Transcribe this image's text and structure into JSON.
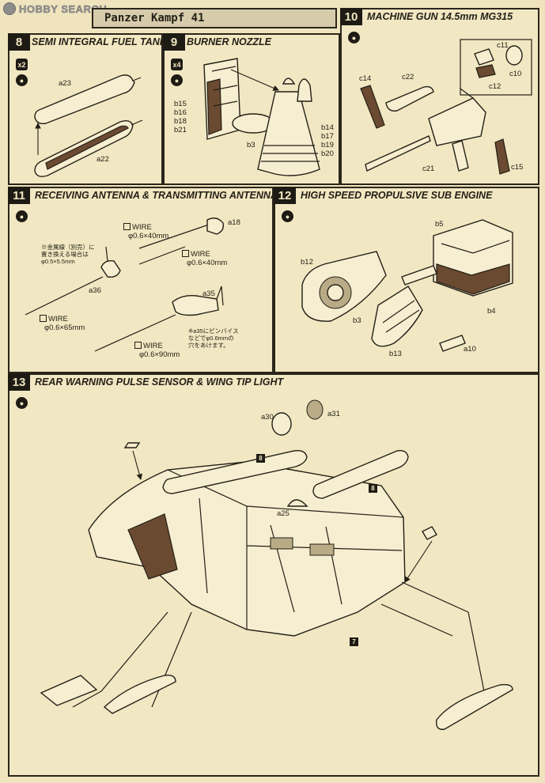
{
  "watermark": {
    "text": "HOBBY SEARCH",
    "icon": "hobbysearch-logo-icon"
  },
  "model_title": "Panzer Kampf 41",
  "steps": {
    "s8": {
      "number": "8",
      "title": "SEMI INTEGRAL FUEL TANK",
      "qty": "x2",
      "parts": {
        "a23": "a23",
        "a22": "a22"
      }
    },
    "s9": {
      "number": "9",
      "title": "BURNER NOZZLE",
      "qty": "x4",
      "parts": {
        "left": "b15\nb16\nb18\nb21",
        "b3": "b3",
        "right": "b14\nb17\nb19\nb20"
      }
    },
    "s10": {
      "number": "10",
      "title": "MACHINE GUN 14.5mm MG315",
      "parts": {
        "c11": "c11",
        "c10": "c10",
        "c12": "c12",
        "c14": "c14",
        "c22": "c22",
        "c21": "c21",
        "c15": "c15"
      }
    },
    "s11": {
      "number": "11",
      "title": "RECEIVING ANTENNA & TRANSMITTING ANTENNA",
      "parts": {
        "a18": "a18",
        "a36": "a36",
        "a35": "a35"
      },
      "wires": {
        "w1_label": "WIRE",
        "w1_size": "φ0.6×40mm",
        "w2_label": "WIRE",
        "w2_size": "φ0.6×40mm",
        "w3_label": "WIRE",
        "w3_size": "φ0.6×65mm",
        "w4_label": "WIRE",
        "w4_size": "φ0.6×90mm"
      },
      "note_left": "※金属線（別売）に\n置き換える場合は\nφ0.5×5.5mm",
      "note_right": "※a35にピンバイス\nなどでφ0.6mmの\n穴をあけます。"
    },
    "s12": {
      "number": "12",
      "title": "HIGH SPEED PROPULSIVE SUB ENGINE",
      "parts": {
        "b5": "b5",
        "b12": "b12",
        "b3": "b3",
        "b4": "b4",
        "b13": "b13",
        "a10": "a10"
      }
    },
    "s13": {
      "number": "13",
      "title": "REAR WARNING PULSE SENSOR & WING TIP LIGHT",
      "parts": {
        "a30": "a30",
        "a31": "a31",
        "a25": "a25"
      },
      "refs": {
        "r8a": "8",
        "r8b": "8",
        "r7": "7"
      }
    }
  },
  "colors": {
    "paper": "#efe4bd",
    "ink": "#231f16",
    "part_dark": "#6b4a32"
  }
}
